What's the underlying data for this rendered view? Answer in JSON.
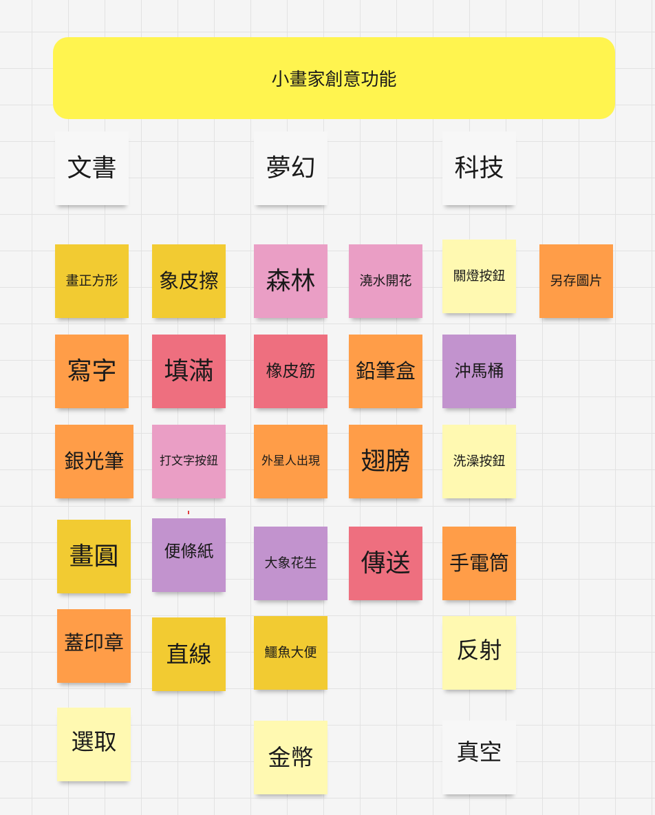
{
  "board": {
    "title": "小畫家創意功能"
  },
  "colors": {
    "banner": "#fff44f",
    "white": "#f7f7f7",
    "light_yellow": "#fff9b1",
    "yellow": "#f2cb32",
    "orange": "#ff9d48",
    "pink": "#ea9ec5",
    "red": "#ee6f7f",
    "purple": "#c293ce"
  },
  "notes": {
    "category_doc": "文書",
    "category_dream": "夢幻",
    "category_tech": "科技",
    "draw_square": "畫正方形",
    "eraser": "象皮擦",
    "forest": "森林",
    "water_flowers": "澆水開花",
    "light_button": "關燈按鈕",
    "save_image": "另存圖片",
    "write": "寫字",
    "fill": "填滿",
    "rubber_band": "橡皮筋",
    "pencil_box": "鉛筆盒",
    "flush_toilet": "沖馬桶",
    "silver_pen": "銀光筆",
    "text_button": "打文字按鈕",
    "alien": "外星人出現",
    "wings": "翅膀",
    "bath_button": "洗澡按鈕",
    "draw_circle": "畫圓",
    "sticky_note": "便條紙",
    "elephant_peanut": "大象花生",
    "teleport": "傳送",
    "flashlight": "手電筒",
    "stamp": "蓋印章",
    "line": "直線",
    "crocodile_poop": "鱷魚大便",
    "reflect": "反射",
    "select": "選取",
    "coins": "金幣",
    "vacuum": "真空"
  }
}
